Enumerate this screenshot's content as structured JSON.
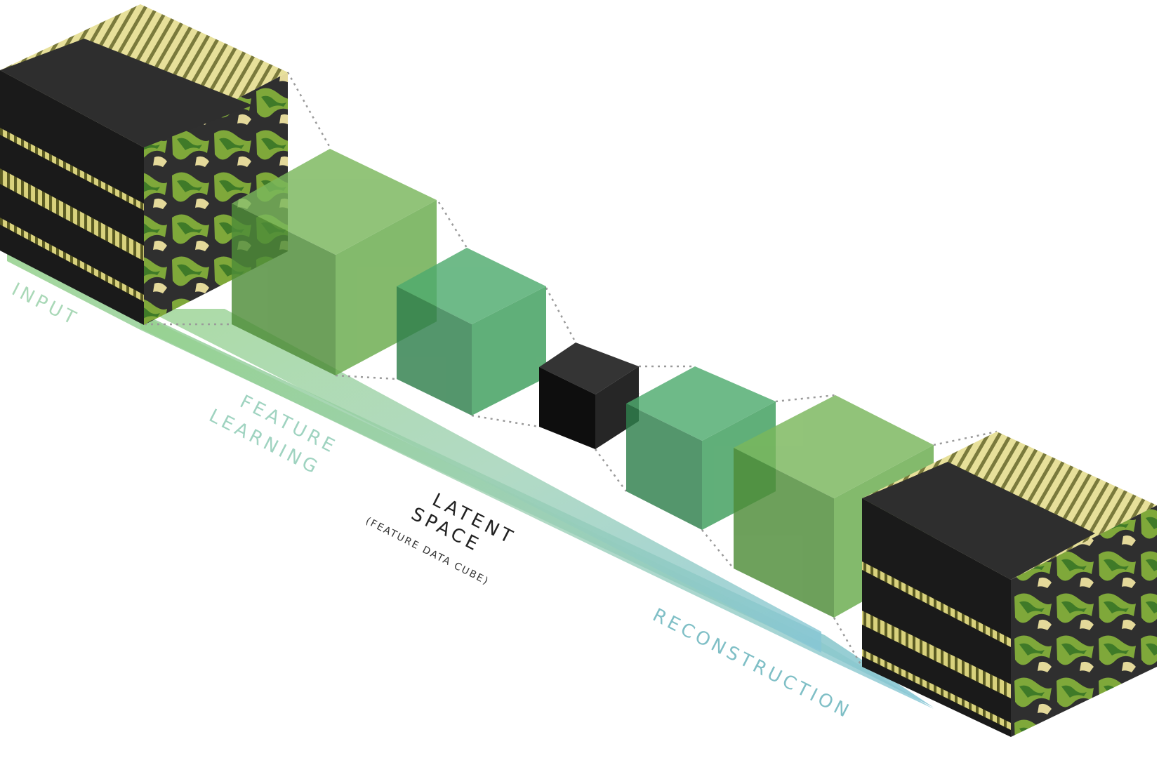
{
  "diagram": {
    "labels": {
      "input": "INPUT",
      "feature_learning_1": "FEATURE",
      "feature_learning_2": "LEARNING",
      "latent_1": "LATENT",
      "latent_2": "SPACE",
      "latent_sub": "(FEATURE DATA CUBE)",
      "reconstruction": "RECONSTRUCTION"
    },
    "colors": {
      "label_input": "#a9d8b7",
      "label_feature": "#9fd3c0",
      "label_latent": "#222222",
      "label_reconstruction": "#7fbfc6",
      "band_start": "#93d08a",
      "band_end": "#86c6d6",
      "cube_green_light": "#6aab4f",
      "cube_green_mid": "#3f9f63",
      "cube_black": "#111111",
      "map_land": "#8fb042",
      "map_sand": "#e8dea0",
      "connector": "#9a9a9a"
    },
    "icons": [
      "input-data-cube",
      "encoder-cube-1",
      "encoder-cube-2",
      "latent-cube",
      "decoder-cube-1",
      "decoder-cube-2",
      "output-data-cube"
    ]
  }
}
